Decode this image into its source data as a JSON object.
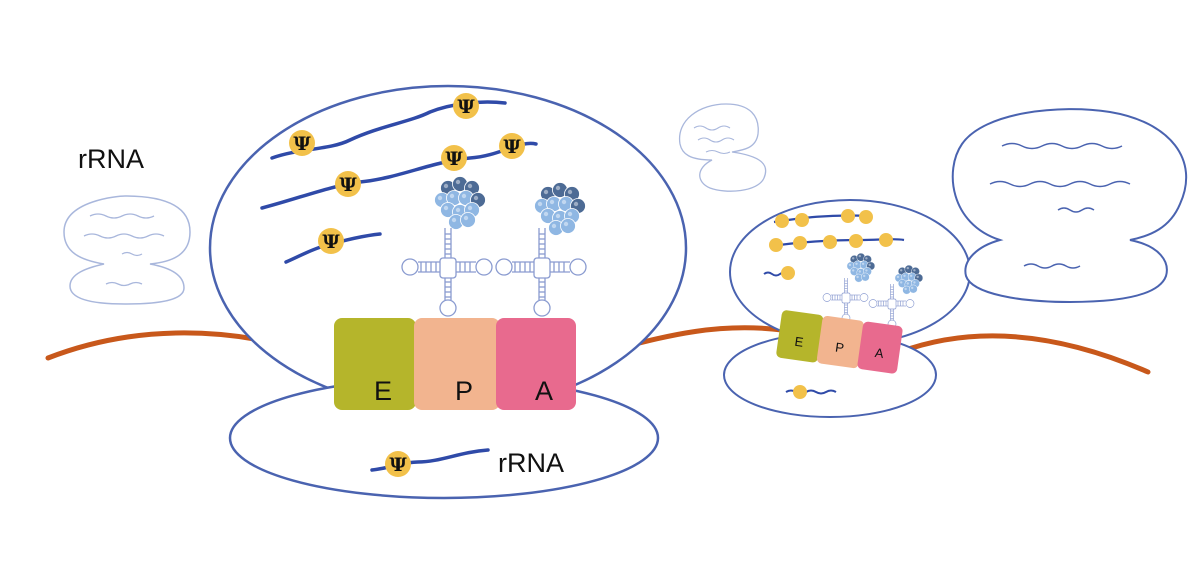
{
  "labels": {
    "rrna_left": "rRNA",
    "rrna_bottom": "rRNA"
  },
  "sites": {
    "large": [
      "E",
      "P",
      "A"
    ],
    "small": [
      "E",
      "P",
      "A"
    ]
  },
  "modification_symbol": "Ψ",
  "colors": {
    "outline": "#4a63b0",
    "faint_outline": "#a9b7dc",
    "rrna_strand": "#2f4aa8",
    "mrna": "#c8581b",
    "psi_fill": "#f2c14a",
    "site_e": "#b5b52b",
    "site_p": "#f2b48f",
    "site_a": "#e86a8e",
    "protein_dark": "#4d6b95",
    "protein_light": "#8fb7e3"
  }
}
